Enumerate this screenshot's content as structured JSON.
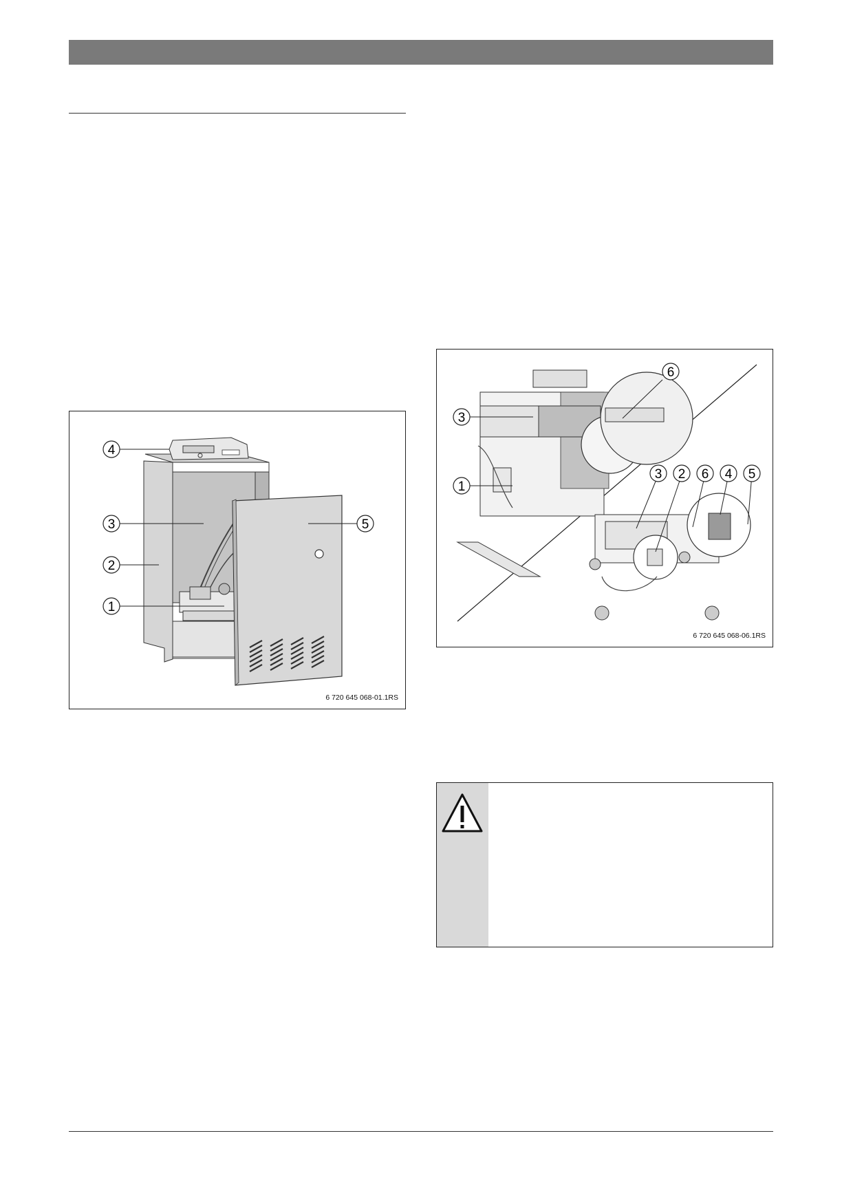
{
  "figure1": {
    "reference": "6 720 645 068-01.1RS",
    "callouts": [
      "4",
      "3",
      "2",
      "1",
      "5"
    ]
  },
  "figure2": {
    "reference": "6 720 645 068-06.1RS",
    "callouts_top": [
      "6",
      "3",
      "1"
    ],
    "callouts_bottom": [
      "3",
      "2",
      "6",
      "4",
      "5"
    ]
  },
  "warning": {
    "icon": "warning-triangle-icon"
  },
  "colors": {
    "header_bar": "#7a7a7a",
    "warning_sidebar": "#d9d9d9"
  }
}
